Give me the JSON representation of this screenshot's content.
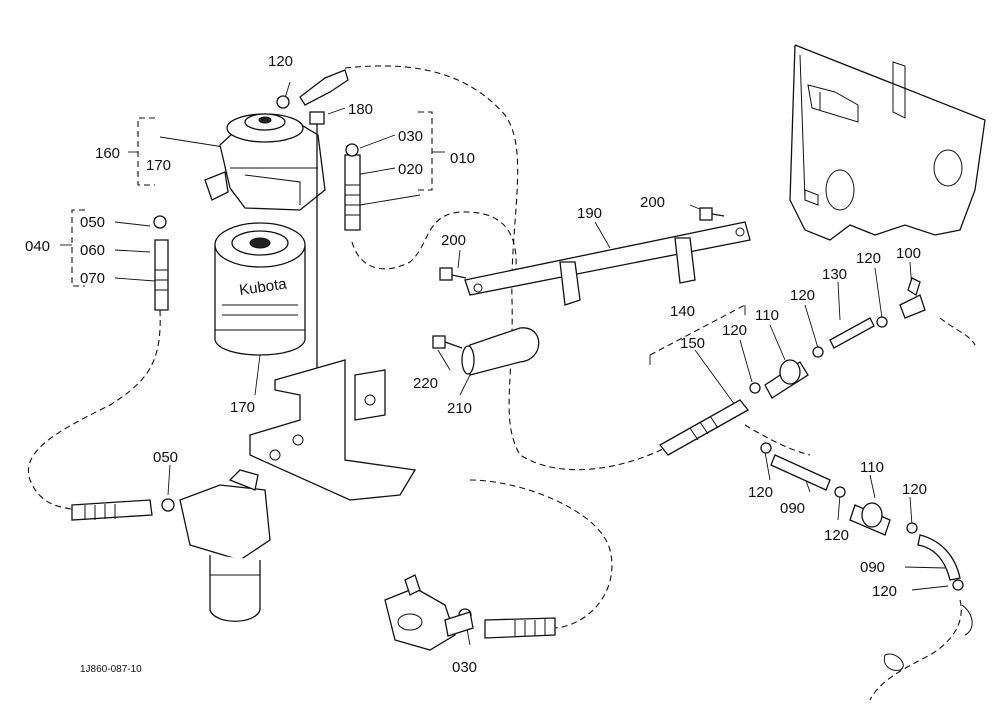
{
  "diagram": {
    "drawing_code": "1J860-087-10",
    "filter_brand": "Kubota",
    "callouts": [
      {
        "id": "c120a",
        "text": "120"
      },
      {
        "id": "c180",
        "text": "180"
      },
      {
        "id": "c030a",
        "text": "030"
      },
      {
        "id": "c020",
        "text": "020"
      },
      {
        "id": "c010",
        "text": "010"
      },
      {
        "id": "c160",
        "text": "160"
      },
      {
        "id": "c170a",
        "text": "170"
      },
      {
        "id": "c050a",
        "text": "050"
      },
      {
        "id": "c040",
        "text": "040"
      },
      {
        "id": "c060",
        "text": "060"
      },
      {
        "id": "c070",
        "text": "070"
      },
      {
        "id": "c170b",
        "text": "170"
      },
      {
        "id": "c190",
        "text": "190"
      },
      {
        "id": "c200a",
        "text": "200"
      },
      {
        "id": "c200b",
        "text": "200"
      },
      {
        "id": "c220",
        "text": "220"
      },
      {
        "id": "c210",
        "text": "210"
      },
      {
        "id": "c140",
        "text": "140"
      },
      {
        "id": "c150",
        "text": "150"
      },
      {
        "id": "c120b",
        "text": "120"
      },
      {
        "id": "c110a",
        "text": "110"
      },
      {
        "id": "c120c",
        "text": "120"
      },
      {
        "id": "c130",
        "text": "130"
      },
      {
        "id": "c120d",
        "text": "120"
      },
      {
        "id": "c100",
        "text": "100"
      },
      {
        "id": "c050b",
        "text": "050"
      },
      {
        "id": "c120e",
        "text": "120"
      },
      {
        "id": "c090a",
        "text": "090"
      },
      {
        "id": "c120f",
        "text": "120"
      },
      {
        "id": "c110b",
        "text": "110"
      },
      {
        "id": "c120g",
        "text": "120"
      },
      {
        "id": "c090b",
        "text": "090"
      },
      {
        "id": "c120h",
        "text": "120"
      },
      {
        "id": "c030b",
        "text": "030"
      }
    ]
  }
}
